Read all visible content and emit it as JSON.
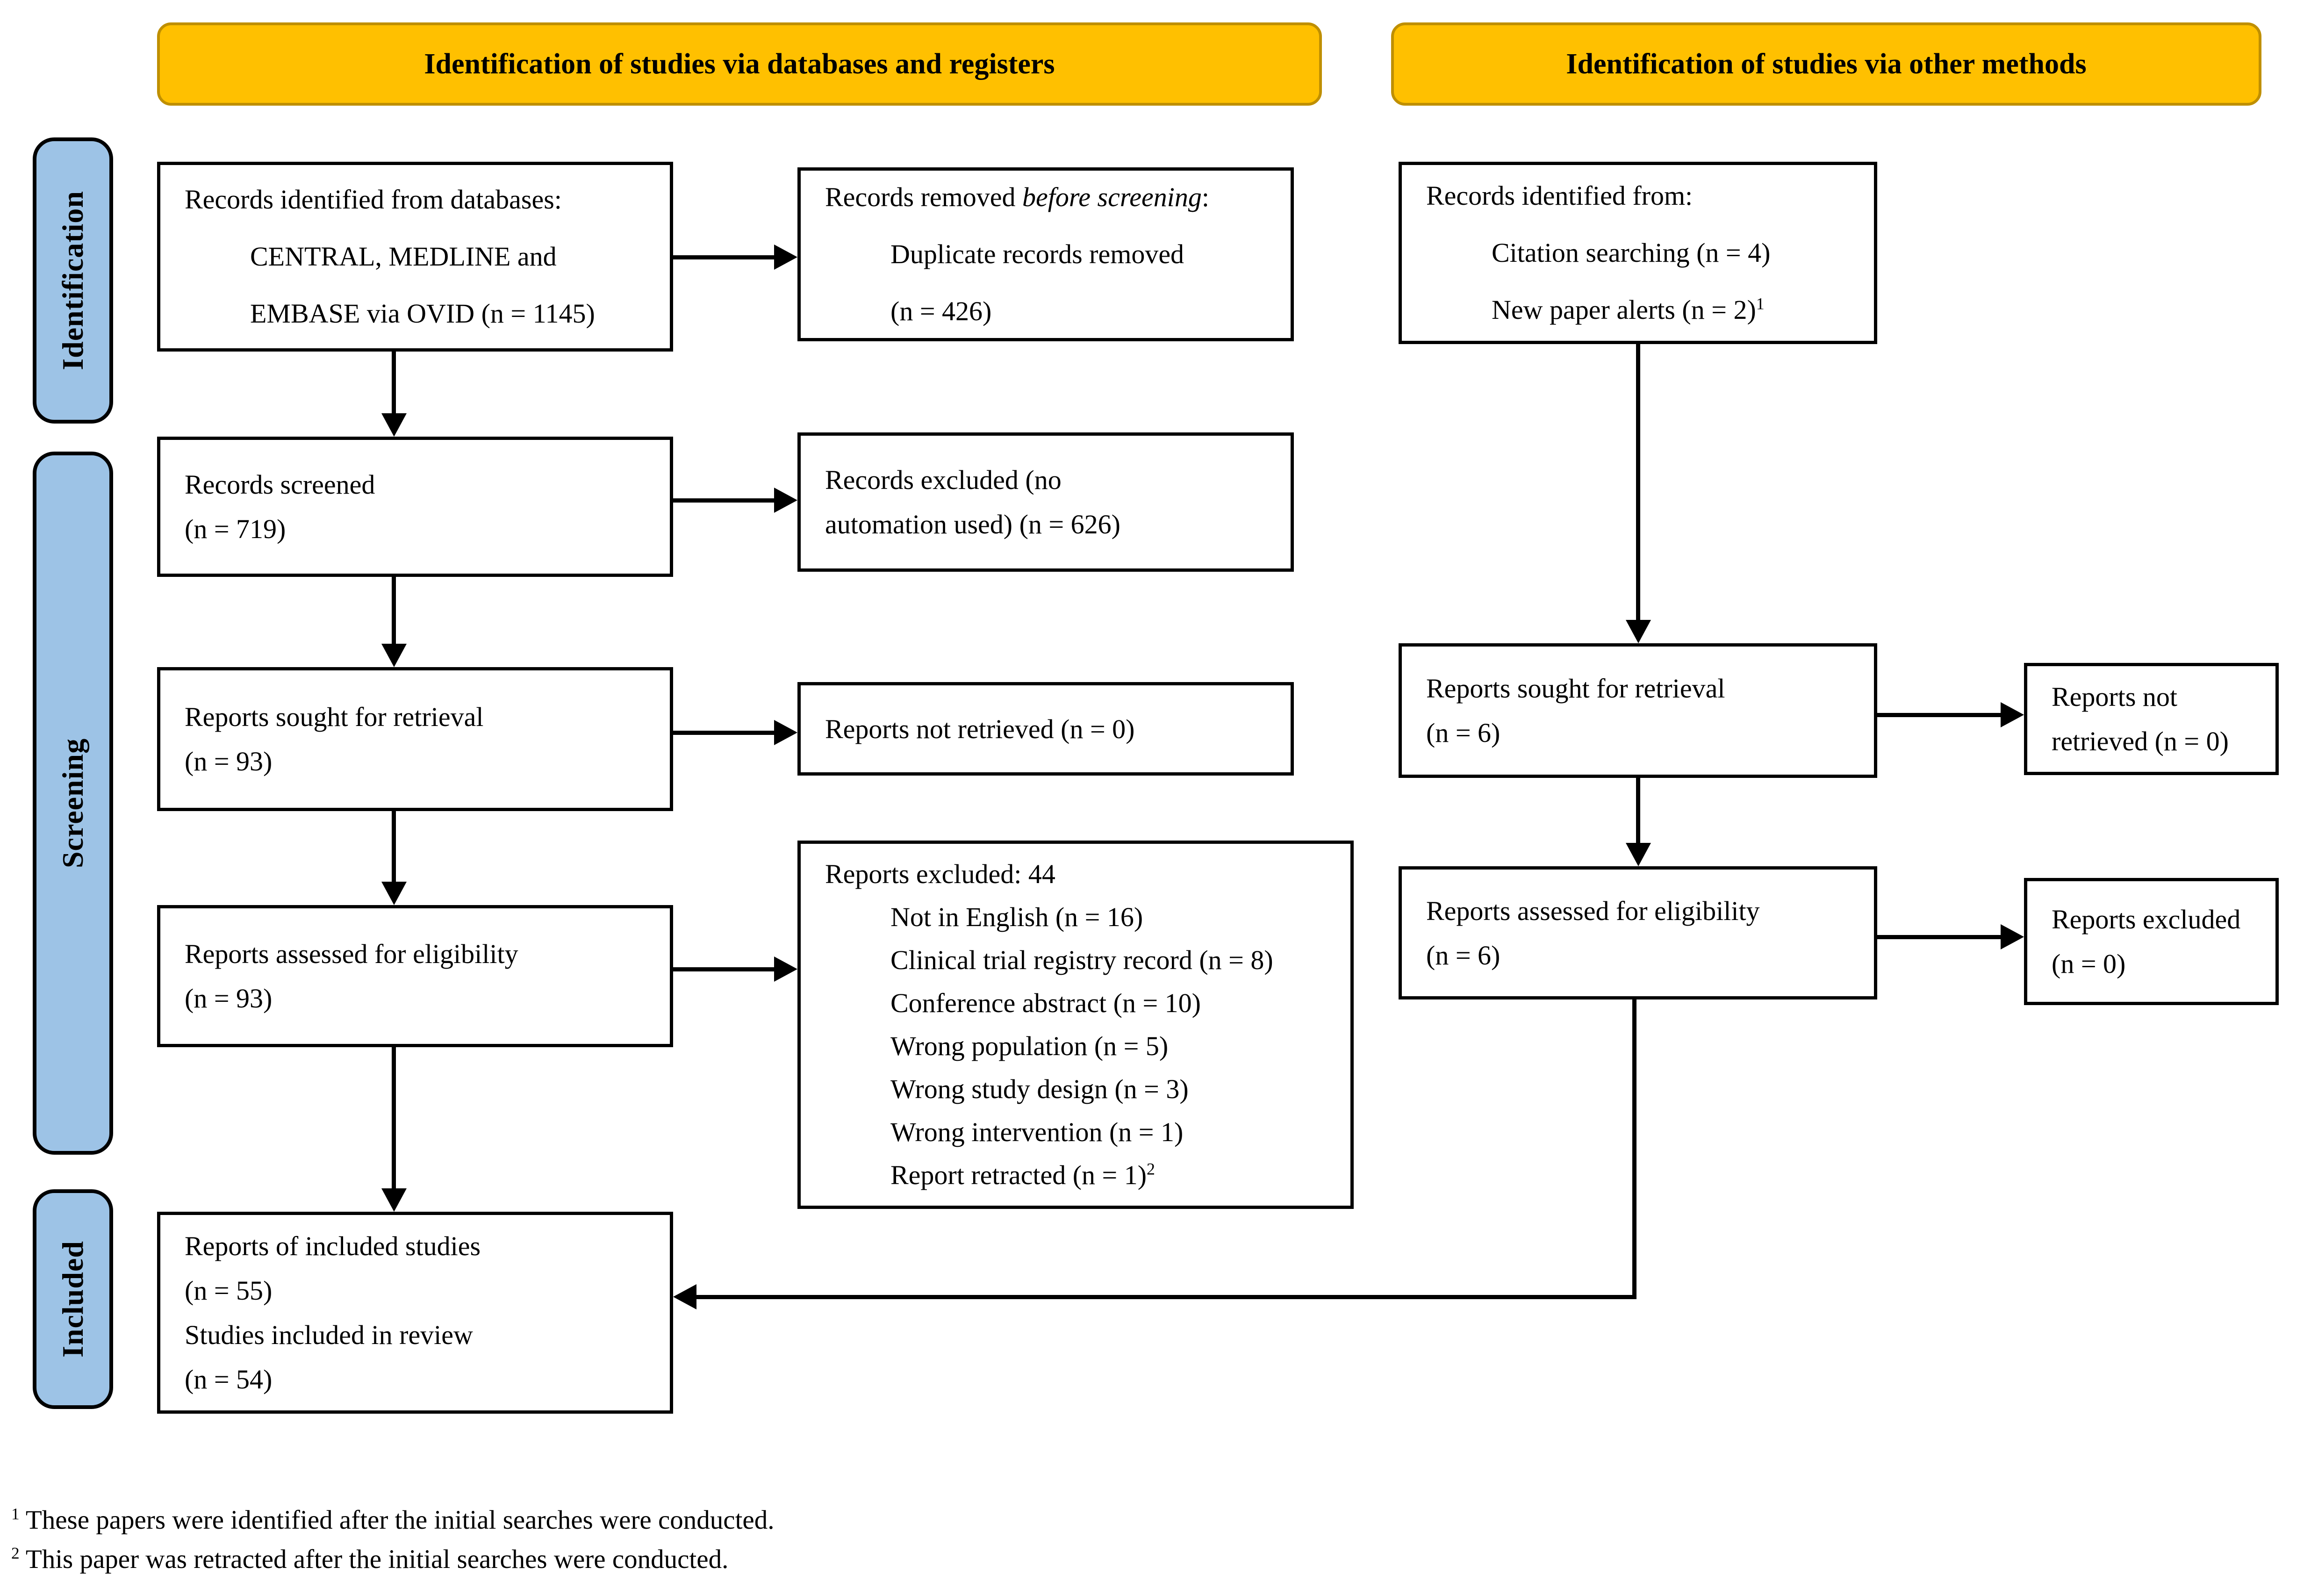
{
  "banners": {
    "left": "Identification of studies via databases and registers",
    "right": "Identification of studies via other methods"
  },
  "sidebar": {
    "identification": "Identification",
    "screening": "Screening",
    "included": "Included"
  },
  "boxes": {
    "db_identified": {
      "line1": "Records identified from databases:",
      "line2": "CENTRAL, MEDLINE and",
      "line3": "EMBASE via OVID (n = 1145)"
    },
    "removed_before_screening": {
      "prefix": "Records removed ",
      "italic": "before screening",
      "suffix": ":",
      "line2": "Duplicate records removed",
      "line3": "(n = 426)"
    },
    "records_screened": {
      "line1": "Records screened",
      "line2": "(n = 719)"
    },
    "records_excluded": {
      "line1": "Records excluded (no",
      "line2": "automation used) (n = 626)"
    },
    "reports_sought": {
      "line1": "Reports sought for retrieval",
      "line2": "(n = 93)"
    },
    "reports_not_retrieved": {
      "line1": "Reports not retrieved (n = 0)"
    },
    "reports_assessed": {
      "line1": "Reports assessed for eligibility",
      "line2": "(n = 93)"
    },
    "reports_excluded_44": {
      "title": "Reports excluded: 44",
      "items": [
        "Not in English (n = 16)",
        "Clinical trial registry record (n = 8)",
        "Conference abstract (n = 10)",
        "Wrong population (n = 5)",
        "Wrong study design (n = 3)",
        "Wrong intervention (n = 1)"
      ],
      "retracted_text": "Report retracted (n = 1)",
      "retracted_sup": "2"
    },
    "included": {
      "line1": "Reports of included studies",
      "line2": "(n = 55)",
      "line3": "Studies included in review",
      "line4": "(n = 54)"
    },
    "other_identified": {
      "line1": "Records identified from:",
      "line2": "Citation searching (n = 4)",
      "line3_text": "New paper alerts (n = 2)",
      "line3_sup": "1"
    },
    "reports_sought_other": {
      "line1": "Reports sought for retrieval",
      "line2": "(n = 6)"
    },
    "reports_not_retrieved_other": {
      "line1": "Reports not",
      "line2": "retrieved (n = 0)"
    },
    "reports_assessed_other": {
      "line1": "Reports assessed for eligibility",
      "line2": "(n = 6)"
    },
    "reports_excluded_other": {
      "line1": "Reports excluded",
      "line2": "(n = 0)"
    }
  },
  "footnotes": {
    "fn1_sup": "1",
    "fn1_text": " These papers were identified after the initial searches were conducted.",
    "fn2_sup": "2",
    "fn2_text": " This paper was retracted after the initial searches were conducted."
  },
  "colors": {
    "banner_bg": "#FFC000",
    "banner_border": "#BF8F00",
    "sidebar_bg": "#9DC3E6",
    "box_border": "#000000",
    "arrow": "#000000"
  }
}
